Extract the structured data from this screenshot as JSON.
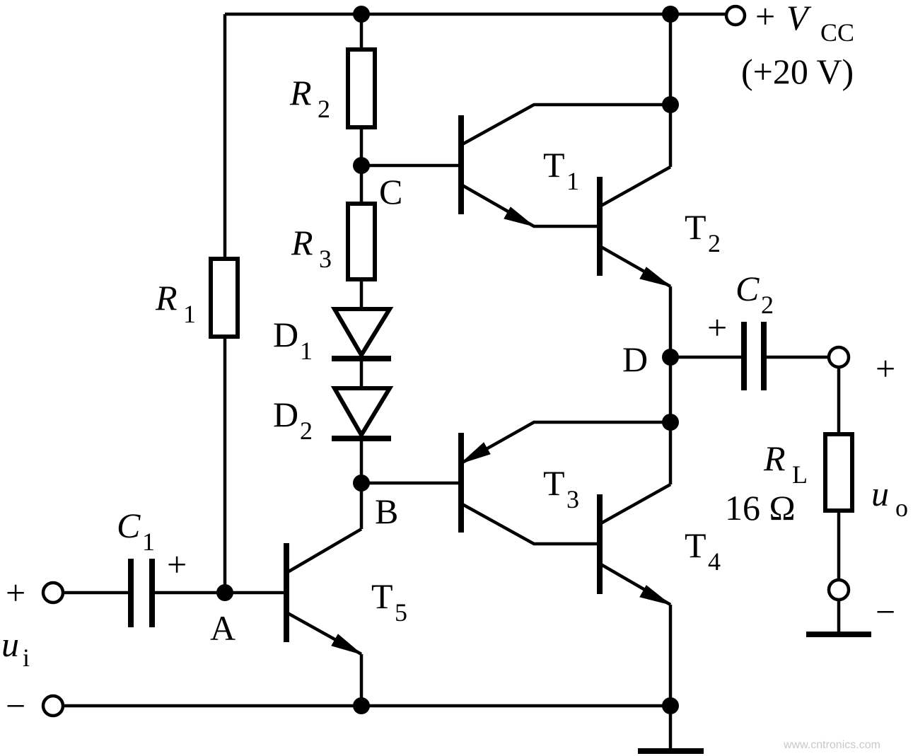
{
  "supply": {
    "plus": "+",
    "symbol": "V",
    "sub": "CC",
    "value": "(+20 V)"
  },
  "resistors": {
    "r1": {
      "sym": "R",
      "sub": "1"
    },
    "r2": {
      "sym": "R",
      "sub": "2"
    },
    "r3": {
      "sym": "R",
      "sub": "3"
    },
    "rl": {
      "sym": "R",
      "sub": "L",
      "value": "16 Ω"
    }
  },
  "diodes": {
    "d1": {
      "sym": "D",
      "sub": "1"
    },
    "d2": {
      "sym": "D",
      "sub": "2"
    }
  },
  "transistors": {
    "t1": {
      "sym": "T",
      "sub": "1"
    },
    "t2": {
      "sym": "T",
      "sub": "2"
    },
    "t3": {
      "sym": "T",
      "sub": "3"
    },
    "t4": {
      "sym": "T",
      "sub": "4"
    },
    "t5": {
      "sym": "T",
      "sub": "5"
    }
  },
  "capacitors": {
    "c1": {
      "sym": "C",
      "sub": "1",
      "polarity": "+"
    },
    "c2": {
      "sym": "C",
      "sub": "2",
      "polarity": "+"
    }
  },
  "nodes": {
    "a": "A",
    "b": "B",
    "c": "C",
    "d": "D"
  },
  "input": {
    "plus": "+",
    "minus": "−",
    "sym": "u",
    "sub": "i"
  },
  "output": {
    "plus": "+",
    "minus": "−",
    "sym": "u",
    "sub": "o"
  },
  "watermark": "www.cntronics.com"
}
